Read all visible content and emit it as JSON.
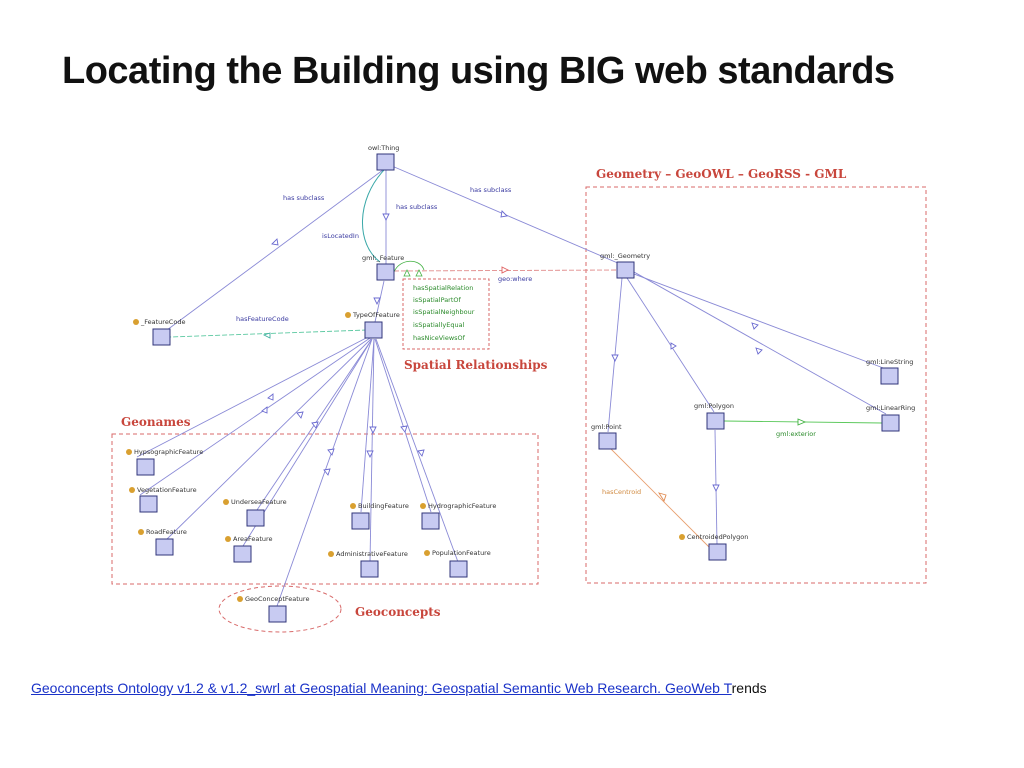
{
  "slide": {
    "title": "Locating the Building using BIG web standards",
    "caption_link": "Geoconcepts Ontology v1.2 & v1.2_swrl at Geospatial Meaning: Geospatial Semantic Web Research. GeoWeb T",
    "caption_rest": "rends"
  },
  "diagram": {
    "groups": {
      "geometry": "Geometry – GeoOWL – GeoRSS - GML",
      "spatial": "Spatial Relationships",
      "geonames": "Geonames",
      "geoconcepts": "Geoconcepts"
    },
    "nodes": {
      "owl_thing": "owl:Thing",
      "gml_feature": "gml:_Feature",
      "gml_geometry": "gml:_Geometry",
      "feature_code": "_FeatureCode",
      "type_feature": "TypeOfFeature",
      "hypso": "HypsographicFeature",
      "vegetation": "VegetationFeature",
      "undersea": "UnderseaFeature",
      "road": "RoadFeature",
      "area": "AreaFeature",
      "building": "BuildingFeature",
      "hydro": "HydrographicFeature",
      "admin": "AdministrativeFeature",
      "population": "PopulationFeature",
      "geoconcept": "GeoConceptFeature",
      "line_string": "gml:LineString",
      "polygon": "gml:Polygon",
      "linear_ring": "gml:LinearRing",
      "point": "gml:Point",
      "centroided": "CentroidedPolygon"
    },
    "edges": {
      "has_subclass_left": "has subclass",
      "has_subclass_mid": "has subclass",
      "has_subclass_right": "has subclass",
      "is_located_in": "isLocatedIn",
      "has_feature_code": "hasFeatureCode",
      "geo_where": "geo:where",
      "gml_exterior": "gml:exterior",
      "has_centroid": "hasCentroid"
    },
    "relations": [
      "hasSpatialRelation",
      "isSpatialPartOf",
      "isSpatialNeighbour",
      "isSpatiallyEqual",
      "hasNiceViewsOf"
    ],
    "colors": {
      "node_fill": "#c8cbf2",
      "node_stroke": "#30347a",
      "edge_blue": "#8a8ad6",
      "group_border": "#d86a6a",
      "green_edge": "#5ac85a",
      "orange_edge": "#e8a070",
      "dot": "#d9a030"
    }
  }
}
